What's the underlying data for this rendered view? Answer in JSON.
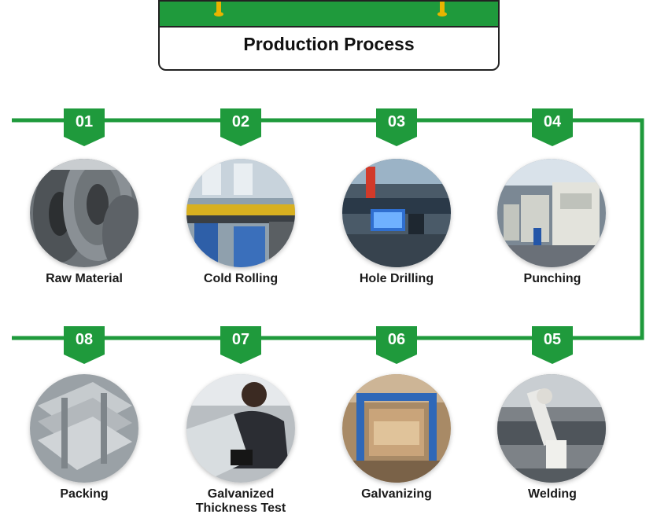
{
  "title": "Production Process",
  "colors": {
    "accent": "#1f9a3c",
    "pin": "#e8b400",
    "text": "#1a1a1a"
  },
  "steps": [
    {
      "number": "01",
      "label": "Raw Material",
      "label2": "",
      "icon": "steel-coil-photo"
    },
    {
      "number": "02",
      "label": "Cold Rolling",
      "label2": "",
      "icon": "rolling-mill-photo"
    },
    {
      "number": "03",
      "label": "Hole Drilling",
      "label2": "",
      "icon": "drilling-machine-photo"
    },
    {
      "number": "04",
      "label": "Punching",
      "label2": "",
      "icon": "punch-press-photo"
    },
    {
      "number": "05",
      "label": "Welding",
      "label2": "",
      "icon": "welding-robot-photo"
    },
    {
      "number": "06",
      "label": "Galvanizing",
      "label2": "",
      "icon": "galvanizing-plant-photo"
    },
    {
      "number": "07",
      "label": "Galvanized",
      "label2": "Thickness Test",
      "icon": "thickness-test-photo"
    },
    {
      "number": "08",
      "label": "Packing",
      "label2": "",
      "icon": "packed-parts-photo"
    }
  ]
}
